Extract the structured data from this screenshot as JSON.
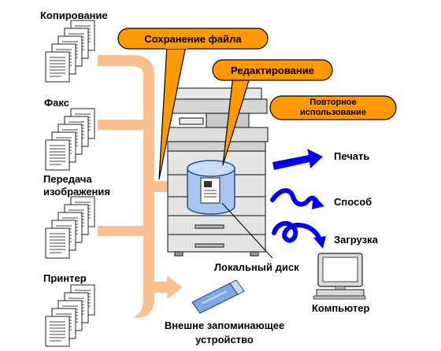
{
  "sources": [
    {
      "label": "Копирование"
    },
    {
      "label": "Факс"
    },
    {
      "label_lines": [
        "Передача",
        "изображения"
      ]
    },
    {
      "label": "Принтер"
    }
  ],
  "callouts": {
    "save_file": "Сохранение файла",
    "edit": "Редактирование",
    "reuse_lines": [
      "Повторное",
      "использование"
    ]
  },
  "outputs": {
    "print": "Печать",
    "method": "Способ",
    "download": "Загрузка"
  },
  "local_disk": "Локальный диск",
  "computer": "Компьютер",
  "external_storage_lines": [
    "Внешне запоминающее",
    "устройство"
  ],
  "colors": {
    "orange_fill": "#FF9900",
    "peach_arrow": "#FAC090",
    "blue_arrow": "#0000EE",
    "disk_fill": "#A9C6F0",
    "usb_fill": "#7EA7E5"
  },
  "icons": [
    "document-stack-icon",
    "mfp-printer-icon",
    "hard-disk-icon",
    "usb-drive-icon",
    "computer-icon",
    "blue-arrow-icon",
    "squiggle-arrow-icon",
    "loop-arrow-icon"
  ]
}
